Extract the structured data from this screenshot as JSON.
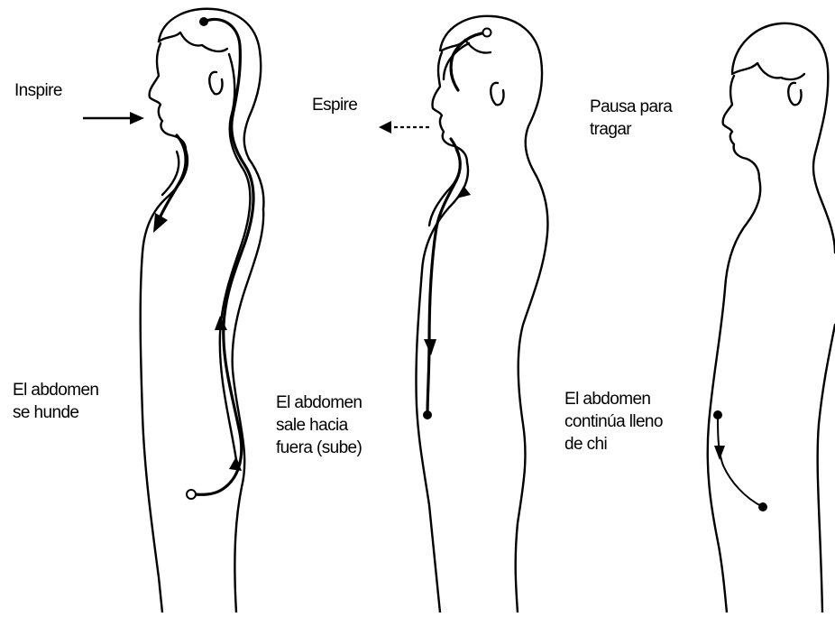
{
  "figures": [
    {
      "id": "inhale",
      "action_label": "Inspire",
      "abdomen_label": "El abdomen\nse hunde"
    },
    {
      "id": "exhale",
      "action_label": "Espire",
      "abdomen_label": "El abdomen\nsale hacia\nfuera (sube)"
    },
    {
      "id": "pause",
      "action_label": "Pausa para\ntragar",
      "abdomen_label": "El abdomen\ncontinúa lleno\nde chi"
    }
  ]
}
